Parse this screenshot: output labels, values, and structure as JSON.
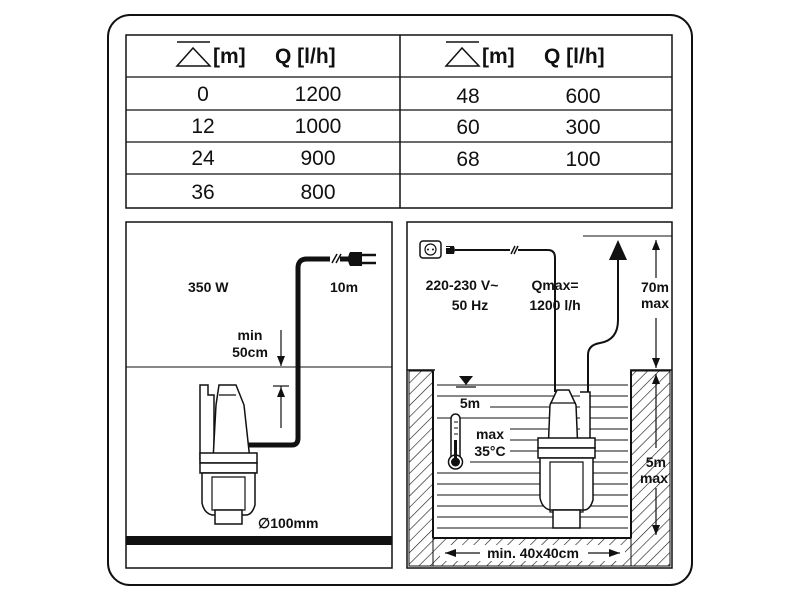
{
  "table": {
    "headers": {
      "head_unit": "[m]",
      "flow": "Q [l/h]"
    },
    "left_rows": [
      {
        "head": "0",
        "flow": "1200"
      },
      {
        "head": "12",
        "flow": "1000"
      },
      {
        "head": "24",
        "flow": "900"
      },
      {
        "head": "36",
        "flow": "800"
      }
    ],
    "right_rows": [
      {
        "head": "48",
        "flow": "600"
      },
      {
        "head": "60",
        "flow": "300"
      },
      {
        "head": "68",
        "flow": "100"
      }
    ]
  },
  "left_panel": {
    "power": "350 W",
    "cable_length": "10m",
    "min_depth_line1": "min",
    "min_depth_line2": "50cm",
    "diameter": "∅100mm"
  },
  "right_panel": {
    "voltage": "220-230 V~",
    "frequency": "50 Hz",
    "qmax_label": "Qmax=",
    "qmax_value": "1200 l/h",
    "lift_value": "70m",
    "lift_max": "max",
    "submersion_value": "5m",
    "submersion_max": "max",
    "water_depth": "5m",
    "temp_max": "max",
    "temp_value": "35°C",
    "well_size": "min. 40x40cm"
  }
}
